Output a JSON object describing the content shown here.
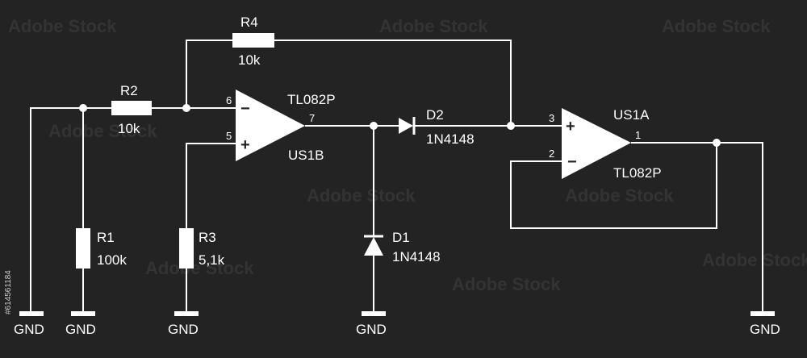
{
  "colors": {
    "background": "#232323",
    "ink": "#ffffff"
  },
  "resistors": {
    "r1": {
      "name": "R1",
      "value": "100k"
    },
    "r2": {
      "name": "R2",
      "value": "10k"
    },
    "r3": {
      "name": "R3",
      "value": "5,1k"
    },
    "r4": {
      "name": "R4",
      "value": "10k"
    }
  },
  "diodes": {
    "d1": {
      "name": "D1",
      "part": "1N4148"
    },
    "d2": {
      "name": "D2",
      "part": "1N4148"
    }
  },
  "opamps": {
    "us1b": {
      "name": "US1B",
      "part": "TL082P",
      "pins": {
        "inv": "6",
        "noninv": "5",
        "out": "7"
      },
      "signs": {
        "inv": "−",
        "noninv": "+"
      }
    },
    "us1a": {
      "name": "US1A",
      "part": "TL082P",
      "pins": {
        "noninv": "3",
        "inv": "2",
        "out": "1"
      },
      "signs": {
        "noninv": "+",
        "inv": "−"
      }
    }
  },
  "grounds": [
    "GND",
    "GND",
    "GND",
    "GND",
    "GND"
  ],
  "watermark": {
    "text": "Adobe Stock",
    "id": "#614561184"
  }
}
